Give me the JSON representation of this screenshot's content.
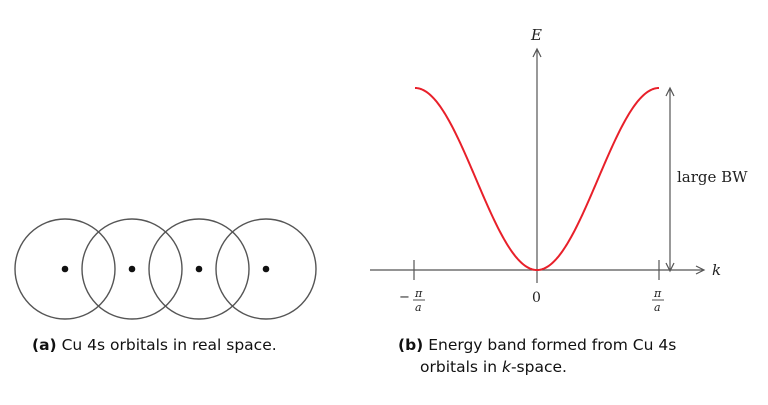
{
  "panel_a": {
    "caption_tag": "(a)",
    "caption_text": "Cu 4s orbitals in real space."
  },
  "panel_b": {
    "axis_y_label": "E",
    "axis_x_label": "k",
    "tick_left": "−π/a",
    "tick_zero": "0",
    "tick_right": "π/a",
    "bandwidth_label": "large BW",
    "caption_tag": "(b)",
    "caption_line1": "Energy band formed from Cu 4s",
    "caption_line2_pre": "orbitals in ",
    "caption_line2_italic": "k",
    "caption_line2_post": "-space.",
    "curve_color": "#e8202a"
  }
}
